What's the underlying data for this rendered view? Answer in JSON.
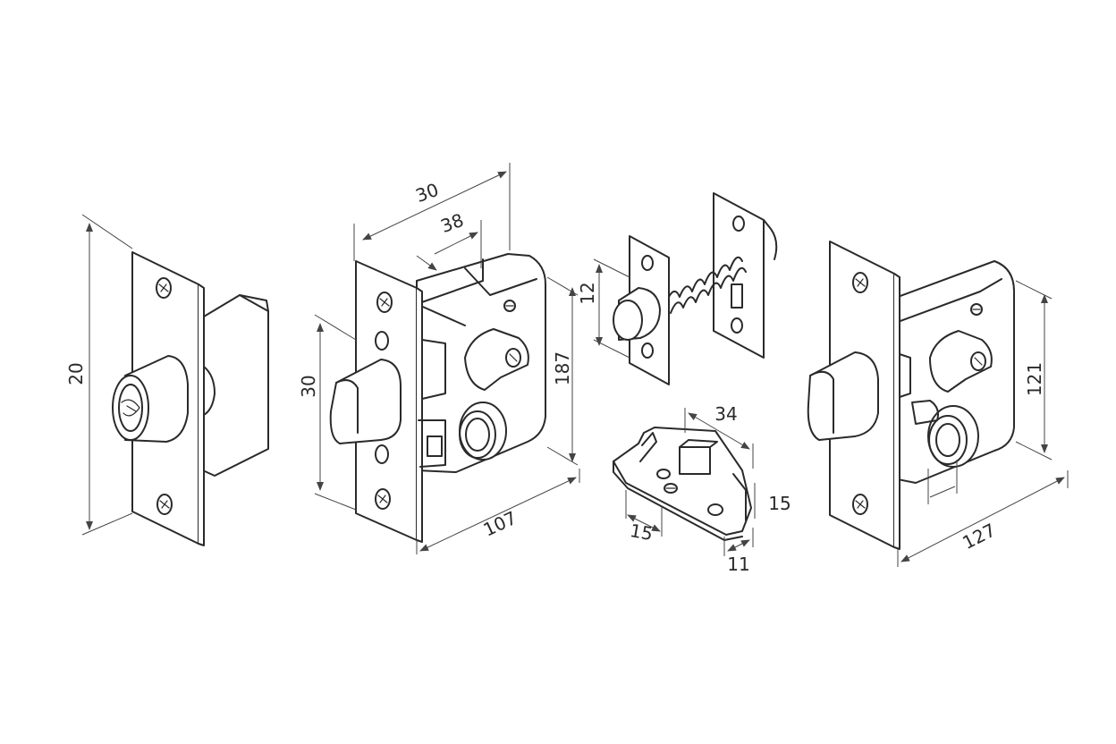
{
  "colors": {
    "line": "#2a2a2a",
    "dimension": "#444444",
    "background": "#ffffff"
  },
  "dimensions": {
    "lock1_height": "20",
    "lock2_depth": "30",
    "lock2_bolt": "38",
    "lock2_face": "30",
    "lock2_height": "187",
    "lock2_width": "107",
    "spring_bolt": "12",
    "keeper_length": "34",
    "keeper_height": "15",
    "keeper_offset": "15",
    "keeper_depth": "11",
    "lock4_height": "121",
    "lock4_width": "127"
  }
}
